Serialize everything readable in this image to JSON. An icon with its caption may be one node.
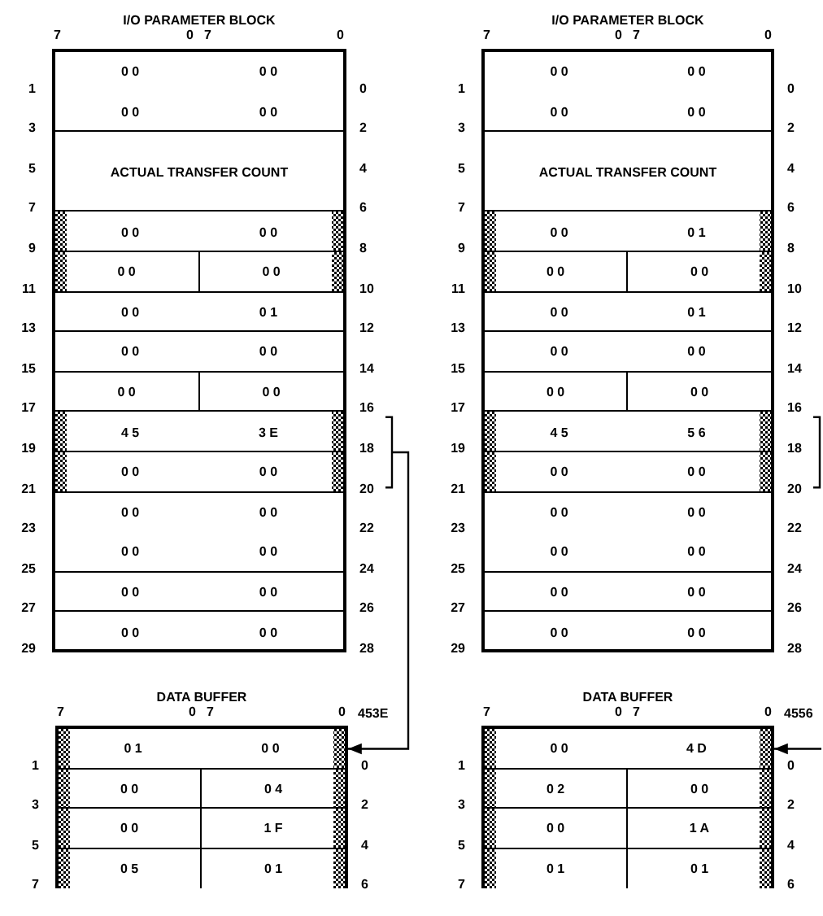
{
  "diagram": {
    "nodes": [
      {
        "text": [
          "I/O PARAMETER BLOCK"
        ]
      },
      {
        "text": [
          "0 0",
          "0 0",
          "0 0",
          "0 0"
        ],
        "in": 0
      },
      {
        "text": [
          "ACTUAL TRANSFER COUNT"
        ],
        "in": 0
      },
      {
        "text": [
          "0 0",
          "0 0"
        ],
        "in": 0
      },
      {
        "text": [
          "0 0"
        ],
        "in": 0
      },
      {
        "text": [
          "0 0"
        ],
        "in": 0
      },
      {
        "text": [
          "0 0",
          "0 1"
        ],
        "in": 0
      },
      {
        "text": [
          "0 0",
          "0 0"
        ],
        "in": 0
      },
      {
        "text": [
          "0 0"
        ],
        "in": 0
      },
      {
        "text": [
          "0 0"
        ],
        "in": 0
      },
      {
        "text": [
          "4 5",
          "3 E"
        ],
        "in": 0
      },
      {
        "text": [
          "0 0",
          "0 0"
        ],
        "in": 0
      },
      {
        "text": [
          "0 0",
          "0 0",
          "0 0",
          "0 0"
        ],
        "in": 0
      },
      {
        "text": [
          "0 0",
          "0 0"
        ],
        "in": 0
      },
      {
        "text": [
          "0 0",
          "0 0"
        ],
        "in": 0
      },
      {
        "text": [
          "I/O PARAMETER BLOCK"
        ]
      },
      {
        "text": [
          "0 0",
          "0 0",
          "0 0",
          "0 0"
        ],
        "in": 15
      },
      {
        "text": [
          "ACTUAL TRANSFER COUNT"
        ],
        "in": 15
      },
      {
        "text": [
          "0 0",
          "0 1"
        ],
        "in": 15
      },
      {
        "text": [
          "0 0"
        ],
        "in": 15
      },
      {
        "text": [
          "0 0"
        ],
        "in": 15
      },
      {
        "text": [
          "0 0",
          "0 1"
        ],
        "in": 15
      },
      {
        "text": [
          "0 0",
          "0 0"
        ],
        "in": 15
      },
      {
        "text": [
          "0 0"
        ],
        "in": 15
      },
      {
        "text": [
          "0 0"
        ],
        "in": 15
      },
      {
        "text": [
          "4 5",
          "5 6"
        ],
        "in": 15
      },
      {
        "text": [
          "0 0",
          "0 0"
        ],
        "in": 15
      },
      {
        "text": [
          "0 0",
          "0 0",
          "0 0",
          "0 0"
        ],
        "in": 15
      },
      {
        "text": [
          "0 0",
          "0 0"
        ],
        "in": 15
      },
      {
        "text": [
          "0 0",
          "0 0"
        ],
        "in": 15
      },
      {
        "text": [
          "DATA BUFFER"
        ]
      },
      {
        "text": [
          "0 1",
          "0 0"
        ],
        "in": 30
      },
      {
        "text": [
          "0 0"
        ],
        "in": 30
      },
      {
        "text": [
          "0 4"
        ],
        "in": 30
      },
      {
        "text": [
          "0 0"
        ],
        "in": 30
      },
      {
        "text": [
          "1 F"
        ],
        "in": 30
      },
      {
        "text": [
          "0 5"
        ],
        "in": 30
      },
      {
        "text": [
          "0 1"
        ],
        "in": 30
      },
      {
        "text": [
          "DATA BUFFER"
        ]
      },
      {
        "text": [
          "0 0",
          "4 D"
        ],
        "in": 38
      },
      {
        "text": [
          "0 2"
        ],
        "in": 38
      },
      {
        "text": [
          "0 0"
        ],
        "in": 38
      },
      {
        "text": [
          "0 0"
        ],
        "in": 38
      },
      {
        "text": [
          "1 A"
        ],
        "in": 38
      },
      {
        "text": [
          "0 1"
        ],
        "in": 38
      },
      {
        "text": [
          "0 1"
        ],
        "in": 38
      }
    ],
    "edges": [
      {
        "from": 10,
        "to": 31,
        "arrow": "to"
      },
      {
        "from": 11,
        "to": 31,
        "arrow": "to"
      },
      {
        "from": null,
        "to": 39,
        "arrow": "to"
      }
    ],
    "labels": [
      "7",
      "0",
      "7",
      "0",
      "1",
      "0",
      "3",
      "2",
      "5",
      "4",
      "7",
      "6",
      "9",
      "8",
      "11",
      "10",
      "13",
      "12",
      "15",
      "14",
      "17",
      "16",
      "19",
      "18",
      "21",
      "20",
      "23",
      "22",
      "25",
      "24",
      "27",
      "26",
      "29",
      "28",
      "7",
      "0",
      "7",
      "0",
      "1",
      "0",
      "3",
      "2",
      "5",
      "4",
      "7",
      "6",
      "9",
      "8",
      "11",
      "10",
      "13",
      "12",
      "15",
      "14",
      "17",
      "16",
      "19",
      "18",
      "21",
      "20",
      "23",
      "22",
      "25",
      "24",
      "27",
      "26",
      "29",
      "28",
      "7",
      "0",
      "7",
      "0",
      "1",
      "0",
      "3",
      "2",
      "5",
      "4",
      "7",
      "6",
      "453E",
      "7",
      "0",
      "7",
      "0",
      "1",
      "0",
      "3",
      "2",
      "5",
      "4",
      "7",
      "6",
      "4556"
    ]
  }
}
